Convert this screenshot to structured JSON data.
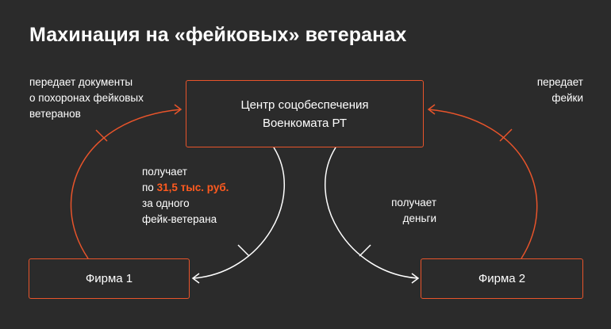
{
  "title": "Махинация на «фейковых» ветеранах",
  "nodes": {
    "center": {
      "line1": "Центр соцобеспечения",
      "line2": "Военкомата РТ"
    },
    "firm1": {
      "label": "Фирма 1"
    },
    "firm2": {
      "label": "Фирма 2"
    }
  },
  "edges": {
    "firm1_to_center": {
      "line1": "передает документы",
      "line2": "о похоронах фейковых",
      "line3": "ветеранов"
    },
    "firm2_to_center": {
      "line1": "передает",
      "line2": "фейки"
    },
    "center_to_firm1": {
      "line1": "получает",
      "line2_prefix": "по ",
      "line2_highlight": "31,5 тыс. руб.",
      "line3": "за одного",
      "line4": "фейк-ветерана"
    },
    "center_to_firm2": {
      "line1": "получает",
      "line2": "деньги"
    }
  },
  "colors": {
    "background": "#2b2b2b",
    "accent": "#e8542b",
    "highlight": "#ff5a1f",
    "text": "#ffffff"
  }
}
